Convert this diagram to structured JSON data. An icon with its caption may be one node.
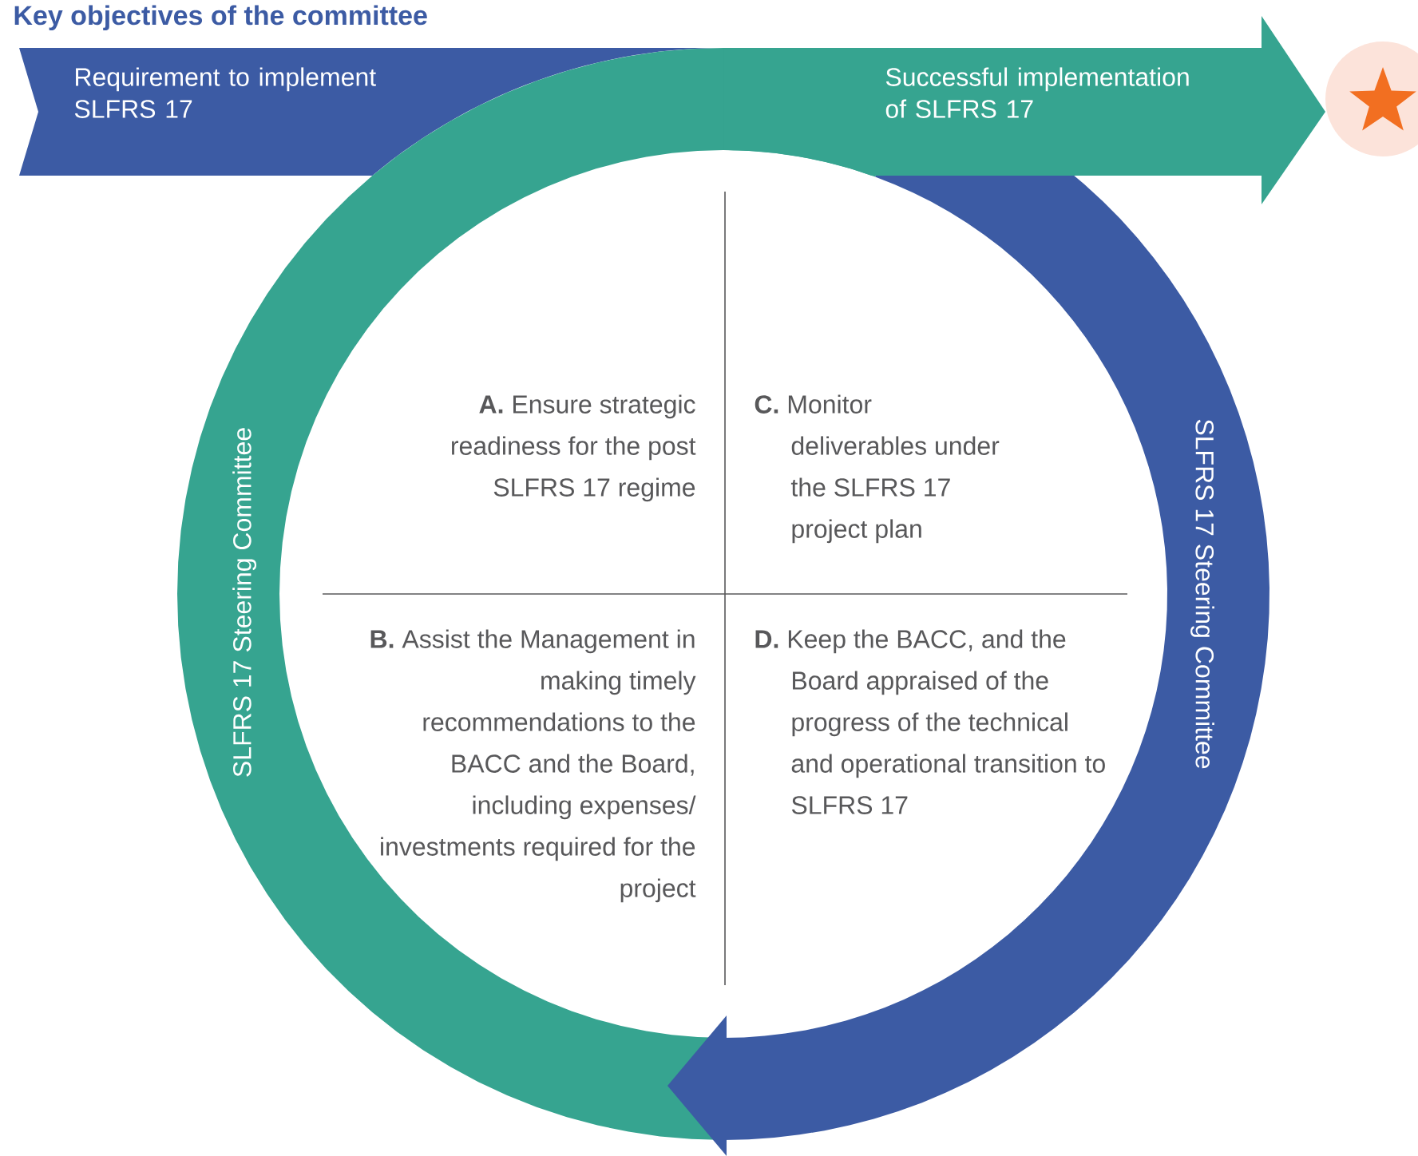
{
  "diagram": {
    "title": "Key objectives of the committee",
    "nodes": [
      {
        "text": [
          "Requirement to implement SLFRS 17"
        ]
      },
      {
        "text": [
          "Successful implementation of SLFRS 17"
        ]
      },
      {
        "text": [],
        "shape": "circle"
      },
      {
        "text": [
          "SLFRS 17 Steering Committee"
        ]
      },
      {
        "text": [
          "SLFRS 17 Steering Committee"
        ]
      }
    ],
    "labels": [
      "**A.** Ensure strategic readiness for the post SLFRS 17 regime",
      "**C.** Monitor deliverables under the SLFRS 17 project plan",
      "**B.** Assist the Management in making timely recommendations to the BACC and the Board, including expenses/ investments required for the project",
      "**D.** Keep the BACC, and the Board appraised of the progress of the technical and operational transition to SLFRS 17"
    ]
  }
}
